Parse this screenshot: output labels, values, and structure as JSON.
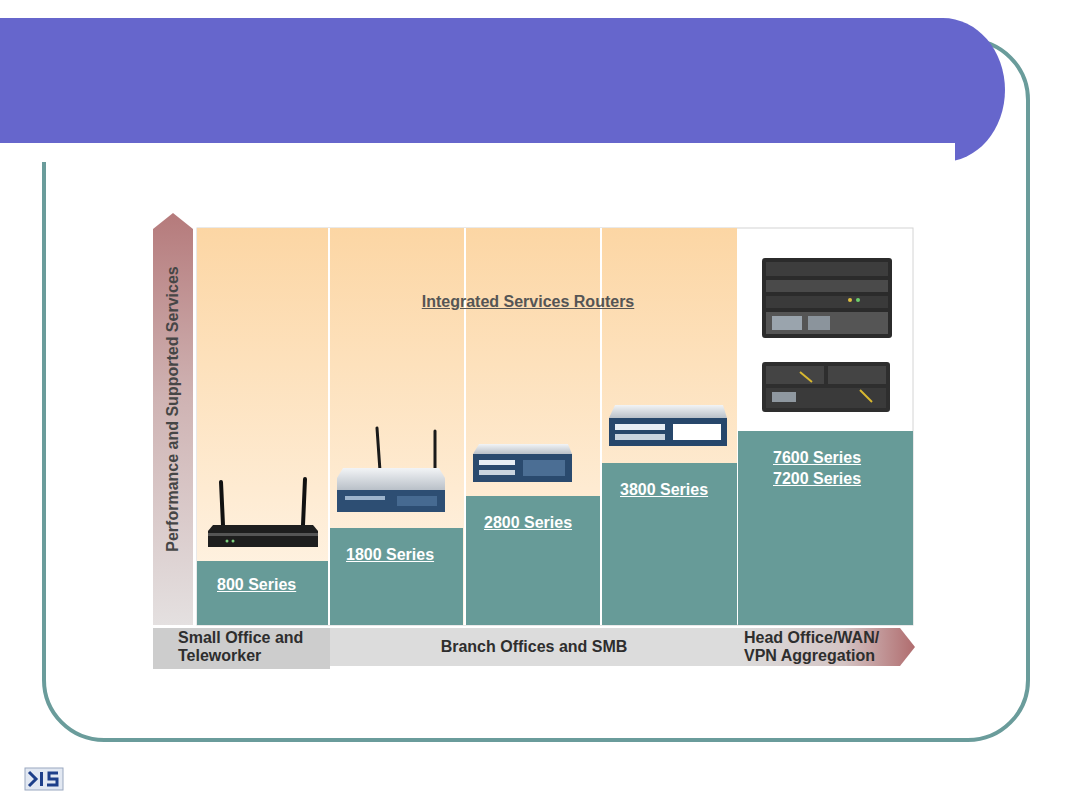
{
  "diagram": {
    "nodes": [
      {
        "text": [
          "Performance and Supported Services"
        ]
      },
      {
        "text": [
          "Integrated Services Routers"
        ]
      },
      {
        "text": [
          "800 Series"
        ],
        "in": 1
      },
      {
        "text": [
          "1800 Series"
        ],
        "in": 1
      },
      {
        "text": [
          "2800 Series"
        ],
        "in": 1
      },
      {
        "text": [
          "3800 Series"
        ],
        "in": 1
      },
      {
        "text": [
          "7600 Series",
          "7200 Series"
        ]
      },
      {
        "text": [
          "Small Office and Teleworker"
        ]
      },
      {
        "text": [
          "Branch Offices and SMB"
        ]
      },
      {
        "text": [
          "Head Office/WAN/ VPN Aggregation"
        ]
      }
    ]
  }
}
